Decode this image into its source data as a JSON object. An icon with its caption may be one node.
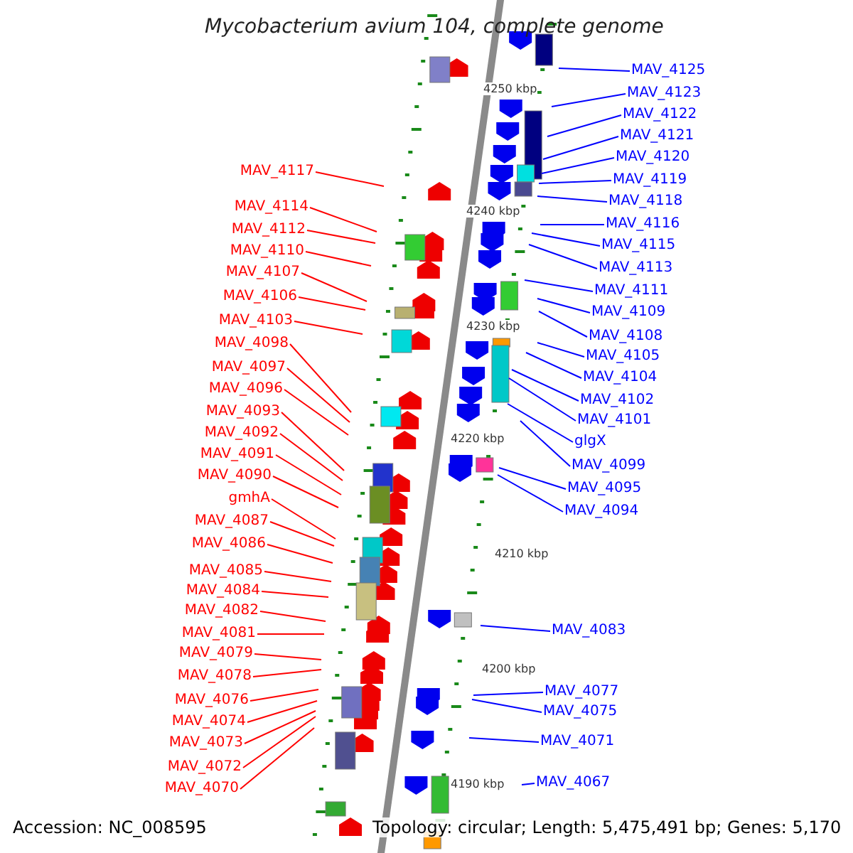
{
  "diagram": {
    "title": "Mycobacterium avium 104, complete genome",
    "nodes": [
      {
        "text": [
          "MAV_4117"
        ]
      },
      {
        "text": [
          "MAV_4114"
        ]
      },
      {
        "text": [
          "MAV_4112"
        ]
      },
      {
        "text": [
          "MAV_4110"
        ]
      },
      {
        "text": [
          "MAV_4107"
        ]
      },
      {
        "text": [
          "MAV_4106"
        ]
      },
      {
        "text": [
          "MAV_4103"
        ]
      },
      {
        "text": [
          "MAV_4098"
        ]
      },
      {
        "text": [
          "MAV_4097"
        ]
      },
      {
        "text": [
          "MAV_4096"
        ]
      },
      {
        "text": [
          "MAV_4093"
        ]
      },
      {
        "text": [
          "MAV_4092"
        ]
      },
      {
        "text": [
          "MAV_4091"
        ]
      },
      {
        "text": [
          "MAV_4090"
        ]
      },
      {
        "text": [
          "gmhA"
        ]
      },
      {
        "text": [
          "MAV_4087"
        ]
      },
      {
        "text": [
          "MAV_4086"
        ]
      },
      {
        "text": [
          "MAV_4085"
        ]
      },
      {
        "text": [
          "MAV_4084"
        ]
      },
      {
        "text": [
          "MAV_4082"
        ]
      },
      {
        "text": [
          "MAV_4081"
        ]
      },
      {
        "text": [
          "MAV_4079"
        ]
      },
      {
        "text": [
          "MAV_4078"
        ]
      },
      {
        "text": [
          "MAV_4076"
        ]
      },
      {
        "text": [
          "MAV_4074"
        ]
      },
      {
        "text": [
          "MAV_4073"
        ]
      },
      {
        "text": [
          "MAV_4072"
        ]
      },
      {
        "text": [
          "MAV_4070"
        ]
      },
      {
        "text": [
          "MAV_4125"
        ]
      },
      {
        "text": [
          "MAV_4123"
        ]
      },
      {
        "text": [
          "MAV_4122"
        ]
      },
      {
        "text": [
          "MAV_4121"
        ]
      },
      {
        "text": [
          "MAV_4120"
        ]
      },
      {
        "text": [
          "MAV_4119"
        ]
      },
      {
        "text": [
          "MAV_4118"
        ]
      },
      {
        "text": [
          "MAV_4116"
        ]
      },
      {
        "text": [
          "MAV_4115"
        ]
      },
      {
        "text": [
          "MAV_4113"
        ]
      },
      {
        "text": [
          "MAV_4111"
        ]
      },
      {
        "text": [
          "MAV_4109"
        ]
      },
      {
        "text": [
          "MAV_4108"
        ]
      },
      {
        "text": [
          "MAV_4105"
        ]
      },
      {
        "text": [
          "MAV_4104"
        ]
      },
      {
        "text": [
          "MAV_4102"
        ]
      },
      {
        "text": [
          "MAV_4101"
        ]
      },
      {
        "text": [
          "glgX"
        ]
      },
      {
        "text": [
          "MAV_4099"
        ]
      },
      {
        "text": [
          "MAV_4095"
        ]
      },
      {
        "text": [
          "MAV_4094"
        ]
      },
      {
        "text": [
          "MAV_4083"
        ]
      },
      {
        "text": [
          "MAV_4077"
        ]
      },
      {
        "text": [
          "MAV_4075"
        ]
      },
      {
        "text": [
          "MAV_4071"
        ]
      },
      {
        "text": [
          "MAV_4067"
        ]
      }
    ],
    "edges": [
      {
        "from": 0,
        "to": null,
        "arrow": "none",
        "color": "#ff0000"
      },
      {
        "from": 1,
        "to": null,
        "arrow": "none",
        "color": "#ff0000"
      },
      {
        "from": 2,
        "to": null,
        "arrow": "none",
        "color": "#ff0000"
      },
      {
        "from": 3,
        "to": null,
        "arrow": "none",
        "color": "#ff0000"
      },
      {
        "from": 4,
        "to": null,
        "arrow": "none",
        "color": "#ff0000"
      },
      {
        "from": 5,
        "to": null,
        "arrow": "none",
        "color": "#ff0000"
      },
      {
        "from": 6,
        "to": null,
        "arrow": "none",
        "color": "#ff0000"
      },
      {
        "from": 7,
        "to": null,
        "arrow": "none",
        "color": "#ff0000"
      },
      {
        "from": 8,
        "to": null,
        "arrow": "none",
        "color": "#ff0000"
      },
      {
        "from": 9,
        "to": null,
        "arrow": "none",
        "color": "#ff0000"
      },
      {
        "from": 10,
        "to": null,
        "arrow": "none",
        "color": "#ff0000"
      },
      {
        "from": 11,
        "to": null,
        "arrow": "none",
        "color": "#ff0000"
      },
      {
        "from": 12,
        "to": null,
        "arrow": "none",
        "color": "#ff0000"
      },
      {
        "from": 13,
        "to": null,
        "arrow": "none",
        "color": "#ff0000"
      },
      {
        "from": 14,
        "to": null,
        "arrow": "none",
        "color": "#ff0000"
      },
      {
        "from": 15,
        "to": null,
        "arrow": "none",
        "color": "#ff0000"
      },
      {
        "from": 16,
        "to": null,
        "arrow": "none",
        "color": "#ff0000"
      },
      {
        "from": 17,
        "to": null,
        "arrow": "none",
        "color": "#ff0000"
      },
      {
        "from": 18,
        "to": null,
        "arrow": "none",
        "color": "#ff0000"
      },
      {
        "from": 19,
        "to": null,
        "arrow": "none",
        "color": "#ff0000"
      },
      {
        "from": 20,
        "to": null,
        "arrow": "none",
        "color": "#ff0000"
      },
      {
        "from": 21,
        "to": null,
        "arrow": "none",
        "color": "#ff0000"
      },
      {
        "from": 22,
        "to": null,
        "arrow": "none",
        "color": "#ff0000"
      },
      {
        "from": 23,
        "to": null,
        "arrow": "none",
        "color": "#ff0000"
      },
      {
        "from": 24,
        "to": null,
        "arrow": "none",
        "color": "#ff0000"
      },
      {
        "from": 25,
        "to": null,
        "arrow": "none",
        "color": "#ff0000"
      },
      {
        "from": 26,
        "to": null,
        "arrow": "none",
        "color": "#ff0000"
      },
      {
        "from": 27,
        "to": null,
        "arrow": "none",
        "color": "#ff0000"
      },
      {
        "from": 28,
        "to": null,
        "arrow": "none",
        "color": "#0000ff"
      },
      {
        "from": 29,
        "to": null,
        "arrow": "none",
        "color": "#0000ff"
      },
      {
        "from": 30,
        "to": null,
        "arrow": "none",
        "color": "#0000ff"
      },
      {
        "from": 31,
        "to": null,
        "arrow": "none",
        "color": "#0000ff"
      },
      {
        "from": 32,
        "to": null,
        "arrow": "none",
        "color": "#0000ff"
      },
      {
        "from": 33,
        "to": null,
        "arrow": "none",
        "color": "#0000ff"
      },
      {
        "from": 34,
        "to": null,
        "arrow": "none",
        "color": "#0000ff"
      },
      {
        "from": 35,
        "to": null,
        "arrow": "none",
        "color": "#0000ff"
      },
      {
        "from": 36,
        "to": null,
        "arrow": "none",
        "color": "#0000ff"
      },
      {
        "from": 37,
        "to": null,
        "arrow": "none",
        "color": "#0000ff"
      },
      {
        "from": 38,
        "to": null,
        "arrow": "none",
        "color": "#0000ff"
      },
      {
        "from": 39,
        "to": null,
        "arrow": "none",
        "color": "#0000ff"
      },
      {
        "from": 40,
        "to": null,
        "arrow": "none",
        "color": "#0000ff"
      },
      {
        "from": 41,
        "to": null,
        "arrow": "none",
        "color": "#0000ff"
      },
      {
        "from": 42,
        "to": null,
        "arrow": "none",
        "color": "#0000ff"
      },
      {
        "from": 43,
        "to": null,
        "arrow": "none",
        "color": "#0000ff"
      },
      {
        "from": 44,
        "to": null,
        "arrow": "none",
        "color": "#0000ff"
      },
      {
        "from": 45,
        "to": null,
        "arrow": "none",
        "color": "#0000ff"
      },
      {
        "from": 46,
        "to": null,
        "arrow": "none",
        "color": "#0000ff"
      },
      {
        "from": 47,
        "to": null,
        "arrow": "none",
        "color": "#0000ff"
      },
      {
        "from": 48,
        "to": null,
        "arrow": "none",
        "color": "#0000ff"
      },
      {
        "from": 49,
        "to": null,
        "arrow": "none",
        "color": "#0000ff"
      },
      {
        "from": 50,
        "to": null,
        "arrow": "none",
        "color": "#0000ff"
      },
      {
        "from": 51,
        "to": null,
        "arrow": "none",
        "color": "#0000ff"
      },
      {
        "from": 52,
        "to": null,
        "arrow": "none",
        "color": "#0000ff"
      },
      {
        "from": 53,
        "to": null,
        "arrow": "none",
        "color": "#0000ff"
      }
    ],
    "labels": [
      "4250 kbp",
      "4240 kbp",
      "4230 kbp",
      "4220 kbp",
      "4210 kbp",
      "4200 kbp",
      "4190 kbp",
      "Accession: NC_008595",
      "Topology: circular; Length: 5,475,491 bp; Genes: 5,170"
    ]
  }
}
